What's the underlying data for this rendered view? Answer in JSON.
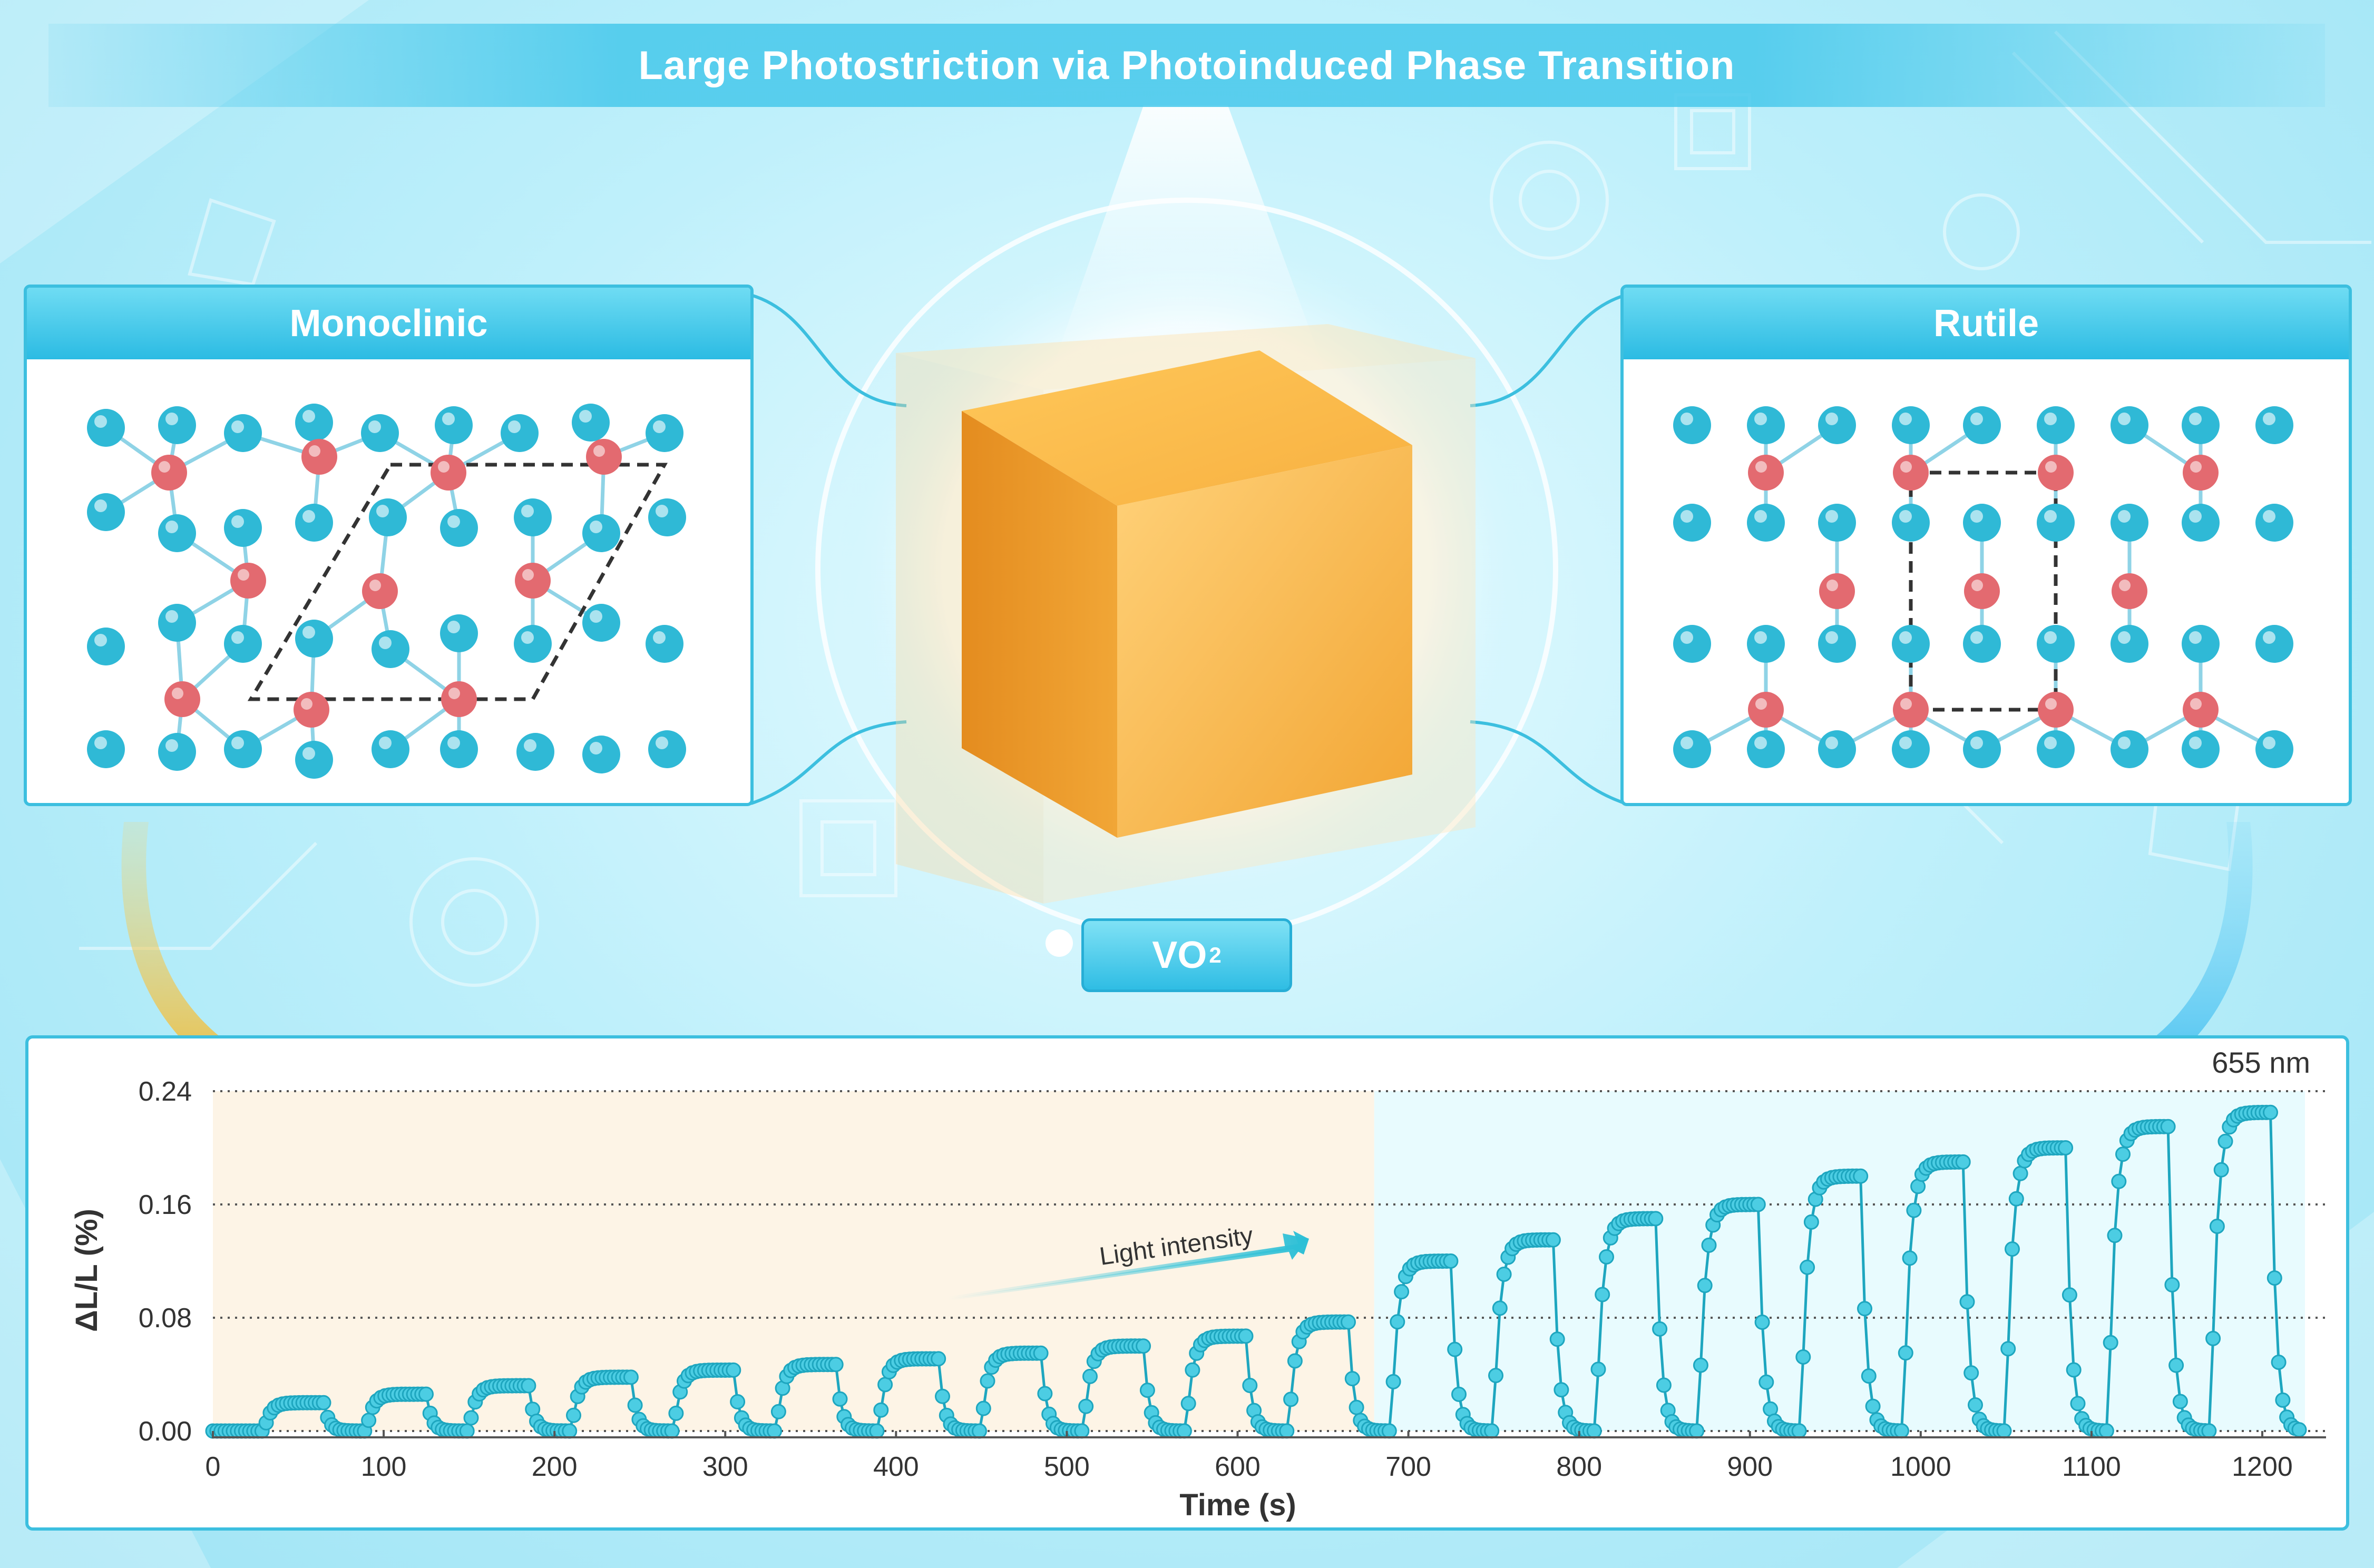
{
  "title": "Large Photostriction via Photoinduced Phase Transition",
  "panels": {
    "left": {
      "label": "Monoclinic"
    },
    "right": {
      "label": "Rutile"
    },
    "center": {
      "label_main": "VO",
      "label_sub": "2"
    }
  },
  "colors": {
    "accent": "#2bbbe3",
    "oxygen_atom": "#2fb9d6",
    "vanadium_atom": "#e36a70",
    "cube": "#f2a533",
    "monoclinic_region": "#fdf4e6",
    "rutile_region": "#e8fbfe",
    "series_line": "#1ea6bf",
    "series_marker": "#4ccde3",
    "yellow_arrow": "#f6b51e",
    "blue_arrow": "#3dbbee"
  },
  "chart_data": {
    "type": "line",
    "xlabel": "Time (s)",
    "ylabel": "ΔL/L (%)",
    "xlim": [
      0,
      1225
    ],
    "ylim": [
      0,
      0.24
    ],
    "xticks": [
      0,
      100,
      200,
      300,
      400,
      500,
      600,
      700,
      800,
      900,
      1000,
      1100,
      1200
    ],
    "yticks": [
      "0.00",
      "0.08",
      "0.16",
      "0.24"
    ],
    "grid": "horizontal dotted",
    "annotation_arrow": "Light intensity",
    "annotation_corner": "655 nm",
    "phase_boundary_x": 680,
    "pulses": [
      {
        "on": 30,
        "off": 65,
        "peak": 0.02
      },
      {
        "on": 90,
        "off": 125,
        "peak": 0.026
      },
      {
        "on": 150,
        "off": 185,
        "peak": 0.032
      },
      {
        "on": 210,
        "off": 245,
        "peak": 0.038
      },
      {
        "on": 270,
        "off": 305,
        "peak": 0.043
      },
      {
        "on": 330,
        "off": 365,
        "peak": 0.047
      },
      {
        "on": 390,
        "off": 425,
        "peak": 0.051
      },
      {
        "on": 450,
        "off": 485,
        "peak": 0.055
      },
      {
        "on": 510,
        "off": 545,
        "peak": 0.06
      },
      {
        "on": 570,
        "off": 605,
        "peak": 0.067
      },
      {
        "on": 630,
        "off": 665,
        "peak": 0.077
      },
      {
        "on": 690,
        "off": 725,
        "peak": 0.12
      },
      {
        "on": 750,
        "off": 785,
        "peak": 0.135
      },
      {
        "on": 810,
        "off": 845,
        "peak": 0.15
      },
      {
        "on": 870,
        "off": 905,
        "peak": 0.16
      },
      {
        "on": 930,
        "off": 965,
        "peak": 0.18
      },
      {
        "on": 990,
        "off": 1025,
        "peak": 0.19
      },
      {
        "on": 1050,
        "off": 1085,
        "peak": 0.2
      },
      {
        "on": 1110,
        "off": 1145,
        "peak": 0.215
      },
      {
        "on": 1170,
        "off": 1205,
        "peak": 0.225
      }
    ]
  }
}
